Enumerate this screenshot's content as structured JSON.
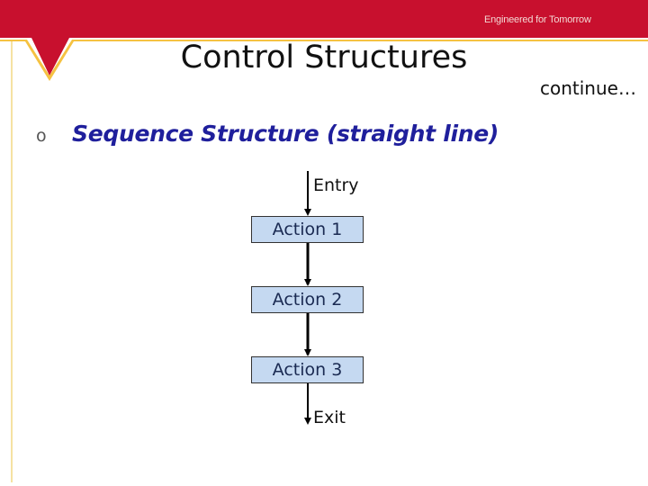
{
  "header": {
    "tagline": "Engineered for Tomorrow",
    "colors": {
      "banner": "#c8102e",
      "accent": "#f5c242"
    }
  },
  "slide": {
    "title": "Control Structures",
    "continue_label": "continue…",
    "bullet": {
      "marker": "o",
      "text": "Sequence Structure (straight line)"
    }
  },
  "flowchart": {
    "entry_label": "Entry",
    "exit_label": "Exit",
    "actions": [
      "Action 1",
      "Action 2",
      "Action 3"
    ],
    "box_color": "#c5d9f1"
  }
}
